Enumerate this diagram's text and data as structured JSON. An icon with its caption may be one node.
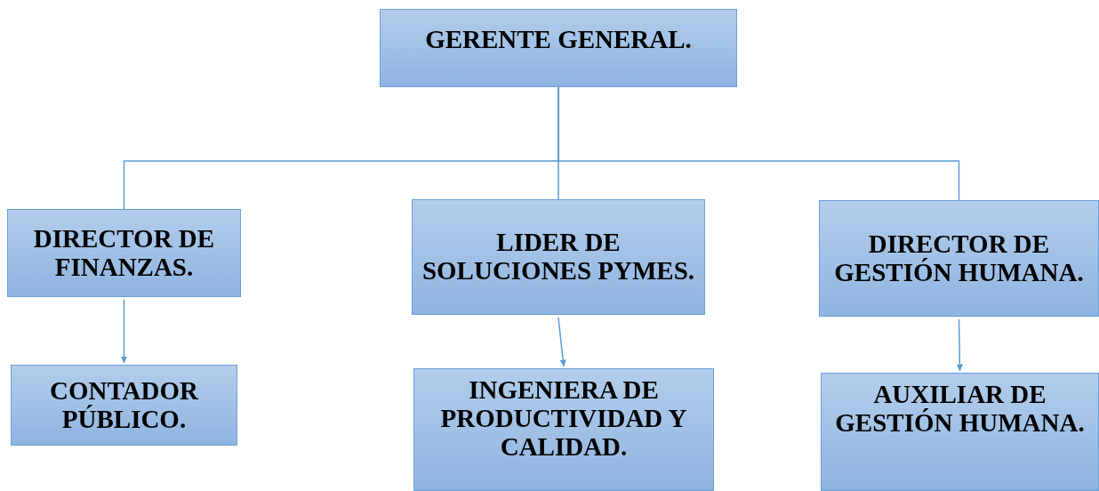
{
  "diagram": {
    "nodes": [
      {
        "text": [
          "GERENTE GENERAL."
        ]
      },
      {
        "text": [
          "DIRECTOR DE FINANZAS."
        ]
      },
      {
        "text": [
          "LIDER DE SOLUCIONES PYMES."
        ]
      },
      {
        "text": [
          "DIRECTOR DE GESTIÓN HUMANA."
        ]
      },
      {
        "text": [
          "CONTADOR PÚBLICO."
        ]
      },
      {
        "text": [
          "INGENIERA DE PRODUCTIVIDAD Y CALIDAD."
        ]
      },
      {
        "text": [
          "AUXILIAR DE GESTIÓN HUMANA."
        ]
      }
    ],
    "edges": [
      {
        "from": 0,
        "to": 1,
        "arrow": "none"
      },
      {
        "from": 0,
        "to": 2,
        "arrow": "none"
      },
      {
        "from": 0,
        "to": 3,
        "arrow": "none"
      },
      {
        "from": 1,
        "to": 4,
        "arrow": "to"
      },
      {
        "from": 2,
        "to": 5,
        "arrow": "to"
      },
      {
        "from": 3,
        "to": 6,
        "arrow": "to"
      }
    ]
  }
}
